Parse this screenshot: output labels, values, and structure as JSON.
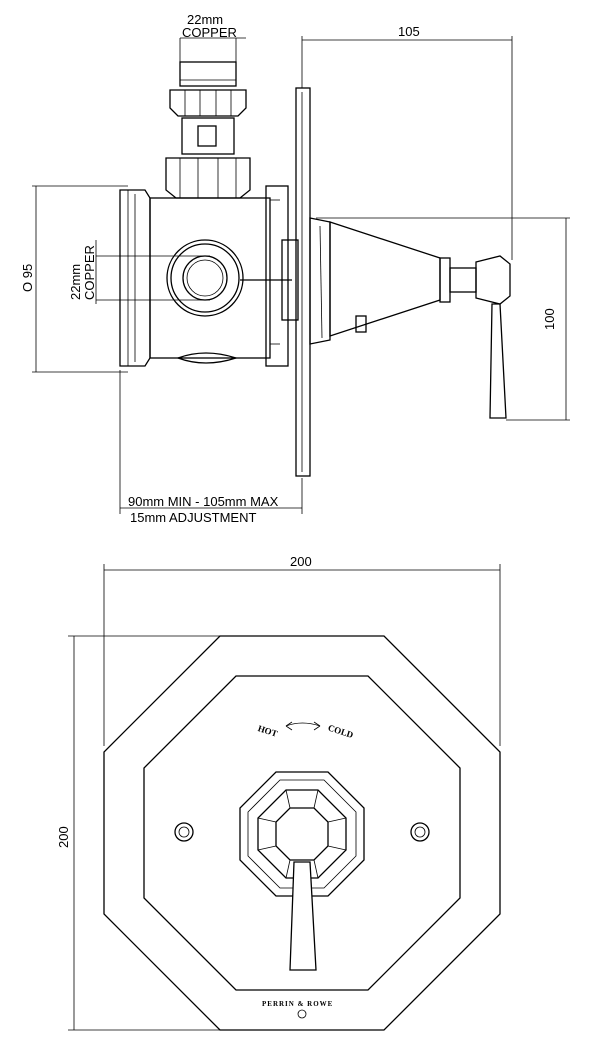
{
  "side_view": {
    "top_pipe_size": "22mm",
    "top_pipe_material": "COPPER",
    "depth_dim": "105",
    "body_diameter": "O 95",
    "side_pipe_size": "22mm",
    "side_pipe_material": "COPPER",
    "height_dim": "100",
    "wall_range": "90mm MIN - 105mm MAX",
    "adjustment": "15mm ADJUSTMENT"
  },
  "front_view": {
    "width_dim": "200",
    "height_dim": "200",
    "hot_label": "HOT",
    "cold_label": "COLD",
    "brand": "PERRIN & ROWE"
  }
}
